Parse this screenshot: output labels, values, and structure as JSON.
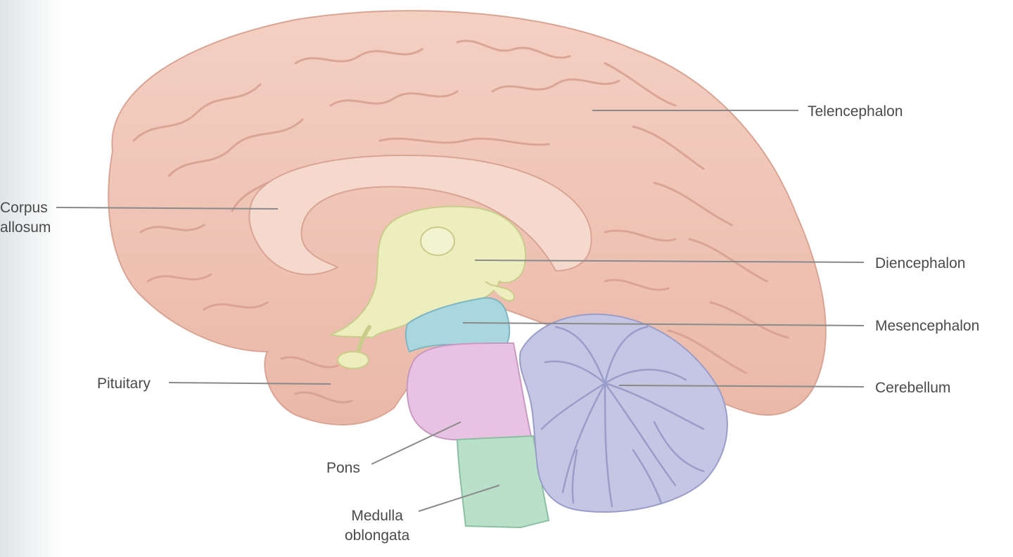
{
  "labels": {
    "telencephalon": "Telencephalon",
    "corpus_callosum": "Corpus\nallosum",
    "diencephalon": "Diencephalon",
    "mesencephalon": "Mesencephalon",
    "cerebellum": "Cerebellum",
    "pituitary": "Pituitary",
    "pons": "Pons",
    "medulla_oblongata": "Medulla\noblongata"
  },
  "colors": {
    "telencephalon": "#f1c9bc",
    "corpus_callosum": "#f4d3c6",
    "diencephalon": "#ecefbd",
    "mesencephalon": "#a9d6df",
    "pons": "#e8c2e3",
    "medulla_oblongata": "#b9e0c9",
    "cerebellum": "#c4c6e4",
    "leader_line": "#8a8a8a"
  }
}
